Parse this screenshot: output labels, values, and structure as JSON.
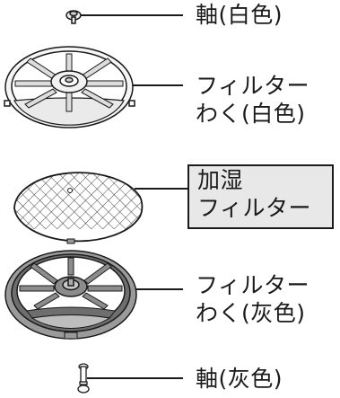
{
  "labels": {
    "shaft_white": "軸(白色)",
    "frame_white": "フィルター\nわく(白色)",
    "humidifying_filter": "加湿\nフィルター",
    "frame_gray": "フィルター\nわく(灰色)",
    "shaft_gray": "軸(灰色)"
  },
  "colors": {
    "line": "#1a1a1a",
    "white_part": "#ffffff",
    "light_gray_part": "#eeeeee",
    "gray_part": "#9a9a9a",
    "dark_gray_part": "#6e6e6e",
    "label_box_fill": "#e8e8e8"
  },
  "parts": [
    {
      "name": "shaft",
      "color": "white"
    },
    {
      "name": "filter frame",
      "color": "white"
    },
    {
      "name": "humidifying filter",
      "color": "mesh"
    },
    {
      "name": "filter frame",
      "color": "gray"
    },
    {
      "name": "shaft",
      "color": "gray"
    }
  ]
}
